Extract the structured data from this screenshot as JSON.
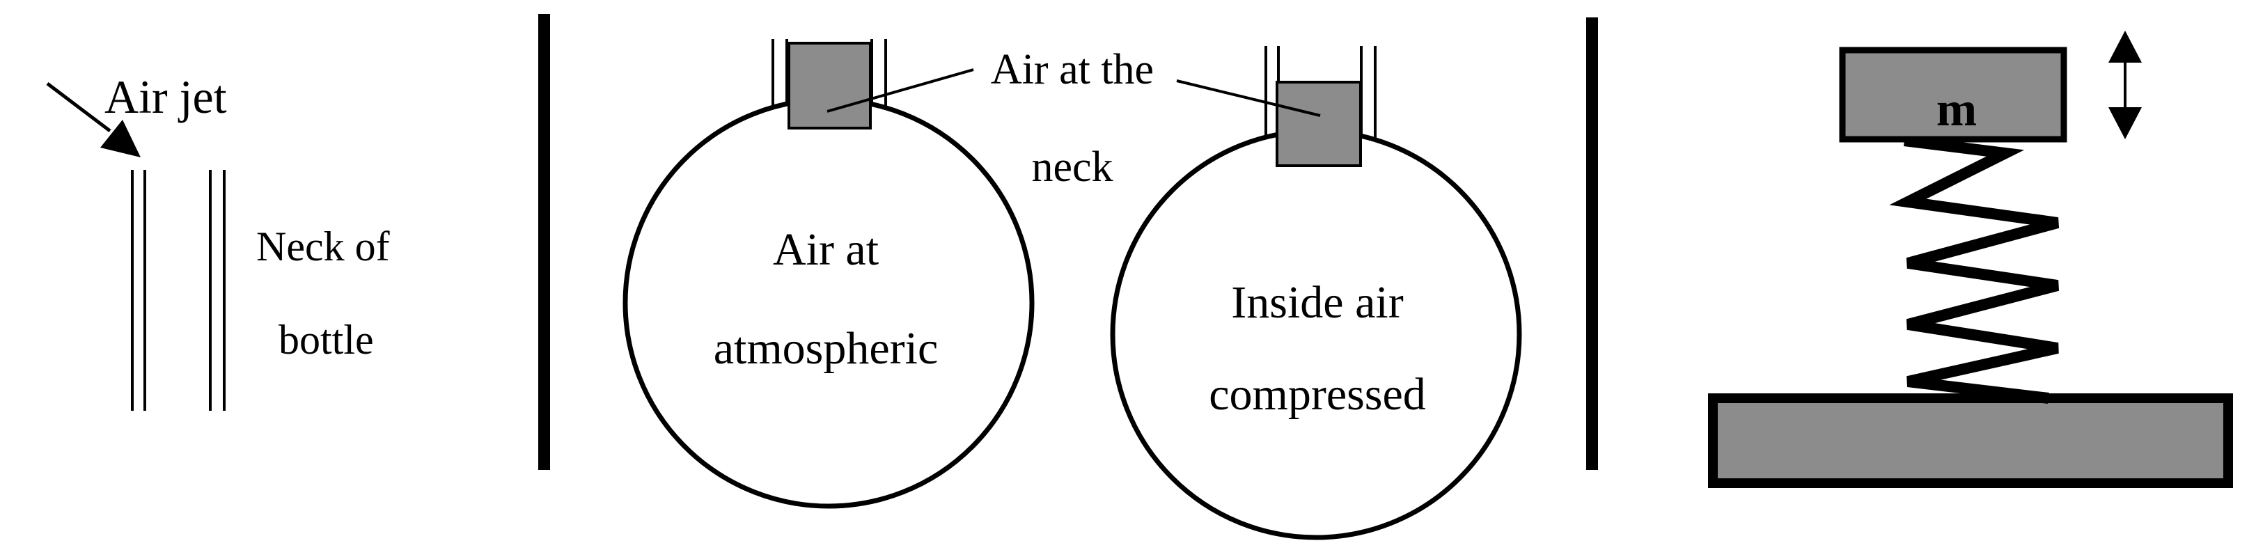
{
  "colors": {
    "background": "#ffffff",
    "stroke": "#000000",
    "mass_fill": "#8c8c8c"
  },
  "panel1": {
    "air_jet": "Air jet",
    "neck_of": "Neck of",
    "bottle": "bottle"
  },
  "panel2": {
    "air_at_the": "Air at the",
    "neck": "neck",
    "bottle1_line1": "Air at",
    "bottle1_line2": "atmospheric",
    "bottle2_line1": "Inside air",
    "bottle2_line2": "compressed"
  },
  "panel3": {
    "mass": "m"
  },
  "icons": {
    "arrow": "arrow-icon",
    "double_arrow": "double-arrow-icon"
  }
}
